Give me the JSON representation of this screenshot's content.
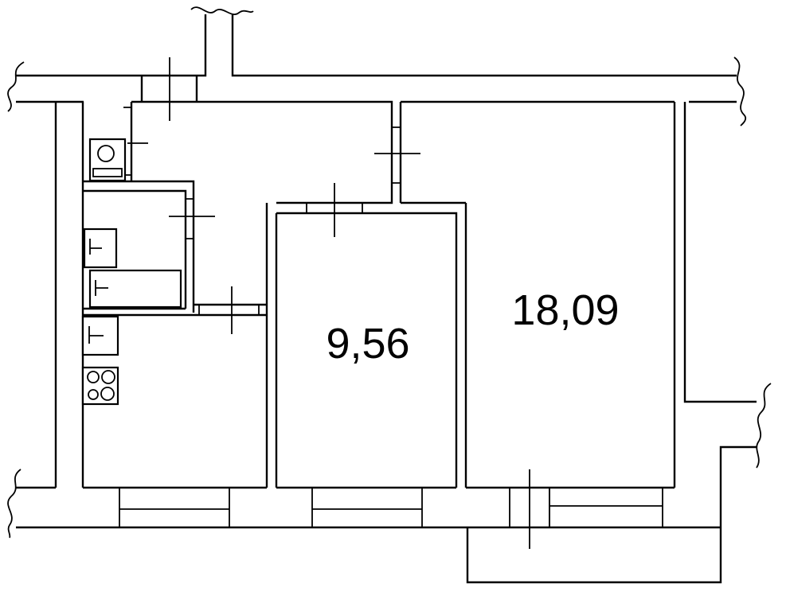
{
  "plan": {
    "rooms": [
      {
        "id": "room-small",
        "area_label": "9,56"
      },
      {
        "id": "room-large",
        "area_label": "18,09"
      }
    ],
    "colors": {
      "line": "#000000",
      "background": "#ffffff"
    }
  }
}
